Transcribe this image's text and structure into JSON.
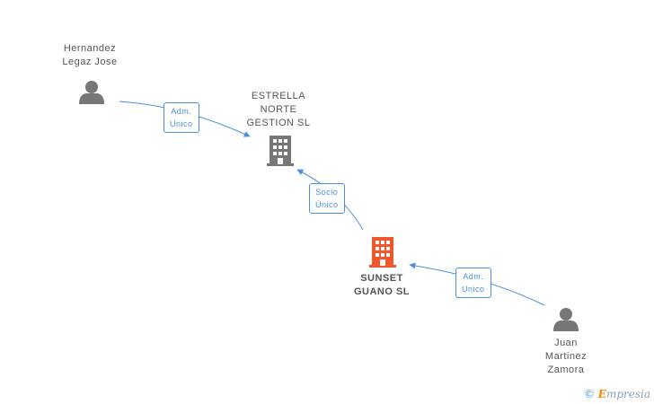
{
  "nodes": {
    "hernandez": {
      "label": "Hernandez\nLegaz Jose",
      "type": "person"
    },
    "estrella": {
      "label": "ESTRELLA\nNORTE\nGESTION SL",
      "type": "company"
    },
    "sunset": {
      "label": "SUNSET\nGUANO SL",
      "type": "company-focus"
    },
    "juan": {
      "label": "Juan\nMartinez\nZamora",
      "type": "person"
    }
  },
  "edges": {
    "e1": {
      "label": "Adm.\nUnico",
      "from": "hernandez",
      "to": "estrella"
    },
    "e2": {
      "label": "Socio\nÚnico",
      "from": "sunset",
      "to": "estrella"
    },
    "e3": {
      "label": "Adm.\nUnico",
      "from": "juan",
      "to": "sunset"
    }
  },
  "colors": {
    "edge": "#4a90d9",
    "person": "#777777",
    "company": "#777777",
    "focus": "#f0572a"
  },
  "brand": {
    "copyright": "©",
    "first": "E",
    "rest": "mpresia"
  }
}
